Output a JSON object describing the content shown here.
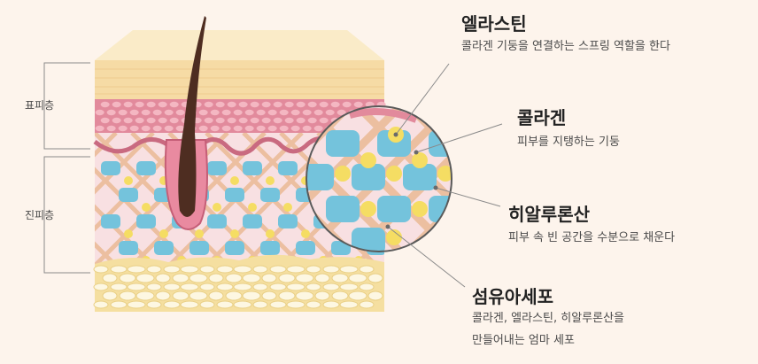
{
  "layers": {
    "epidermis": "표피층",
    "dermis": "진피층"
  },
  "callouts": {
    "elastin": {
      "title": "엘라스틴",
      "desc": "콜라겐 기둥을 연결하는 스프링 역할을 한다"
    },
    "collagen": {
      "title": "콜라겐",
      "desc": "피부를 지탱하는 기둥"
    },
    "hyaluronic": {
      "title": "히알루론산",
      "desc": "피부 속 빈 공간을 수분으로 채운다"
    },
    "fibroblast": {
      "title": "섬유아세포",
      "desc_line1": "콜라겐, 엘라스틴, 히알루론산을",
      "desc_line2": "만들어내는 엄마 세포"
    }
  },
  "colors": {
    "background": "#fdf4ec",
    "epidermis_top": "#f6dba5",
    "epidermis_pink": "#e28a9c",
    "dermis_bg": "#f8e0e2",
    "collagen_fiber": "#ecbfa0",
    "elastin_node": "#f5dd63",
    "hyaluronic_cell": "#74c3dc",
    "fat_layer": "#f5dfa0",
    "hair": "#4e2d21"
  }
}
